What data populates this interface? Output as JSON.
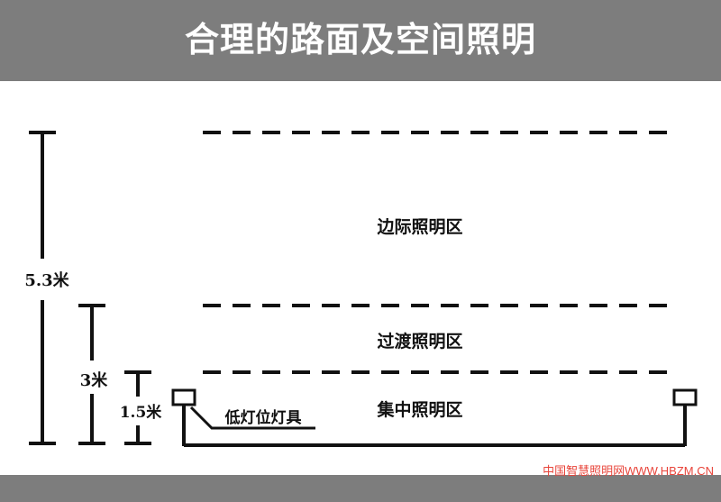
{
  "header": {
    "title": "合理的路面及空间照明"
  },
  "zones": {
    "edge": "边际照明区",
    "transition": "过渡照明区",
    "focus": "集中照明区"
  },
  "heights": {
    "total": "5.3米",
    "mid": "3米",
    "low": "1.5米"
  },
  "fixture_label": "低灯位灯具",
  "watermark": "中国智慧照明网WWW.HBZM.CN",
  "colors": {
    "bar": "#7d7d7d",
    "line": "#111111",
    "watermark": "#e8443a"
  }
}
